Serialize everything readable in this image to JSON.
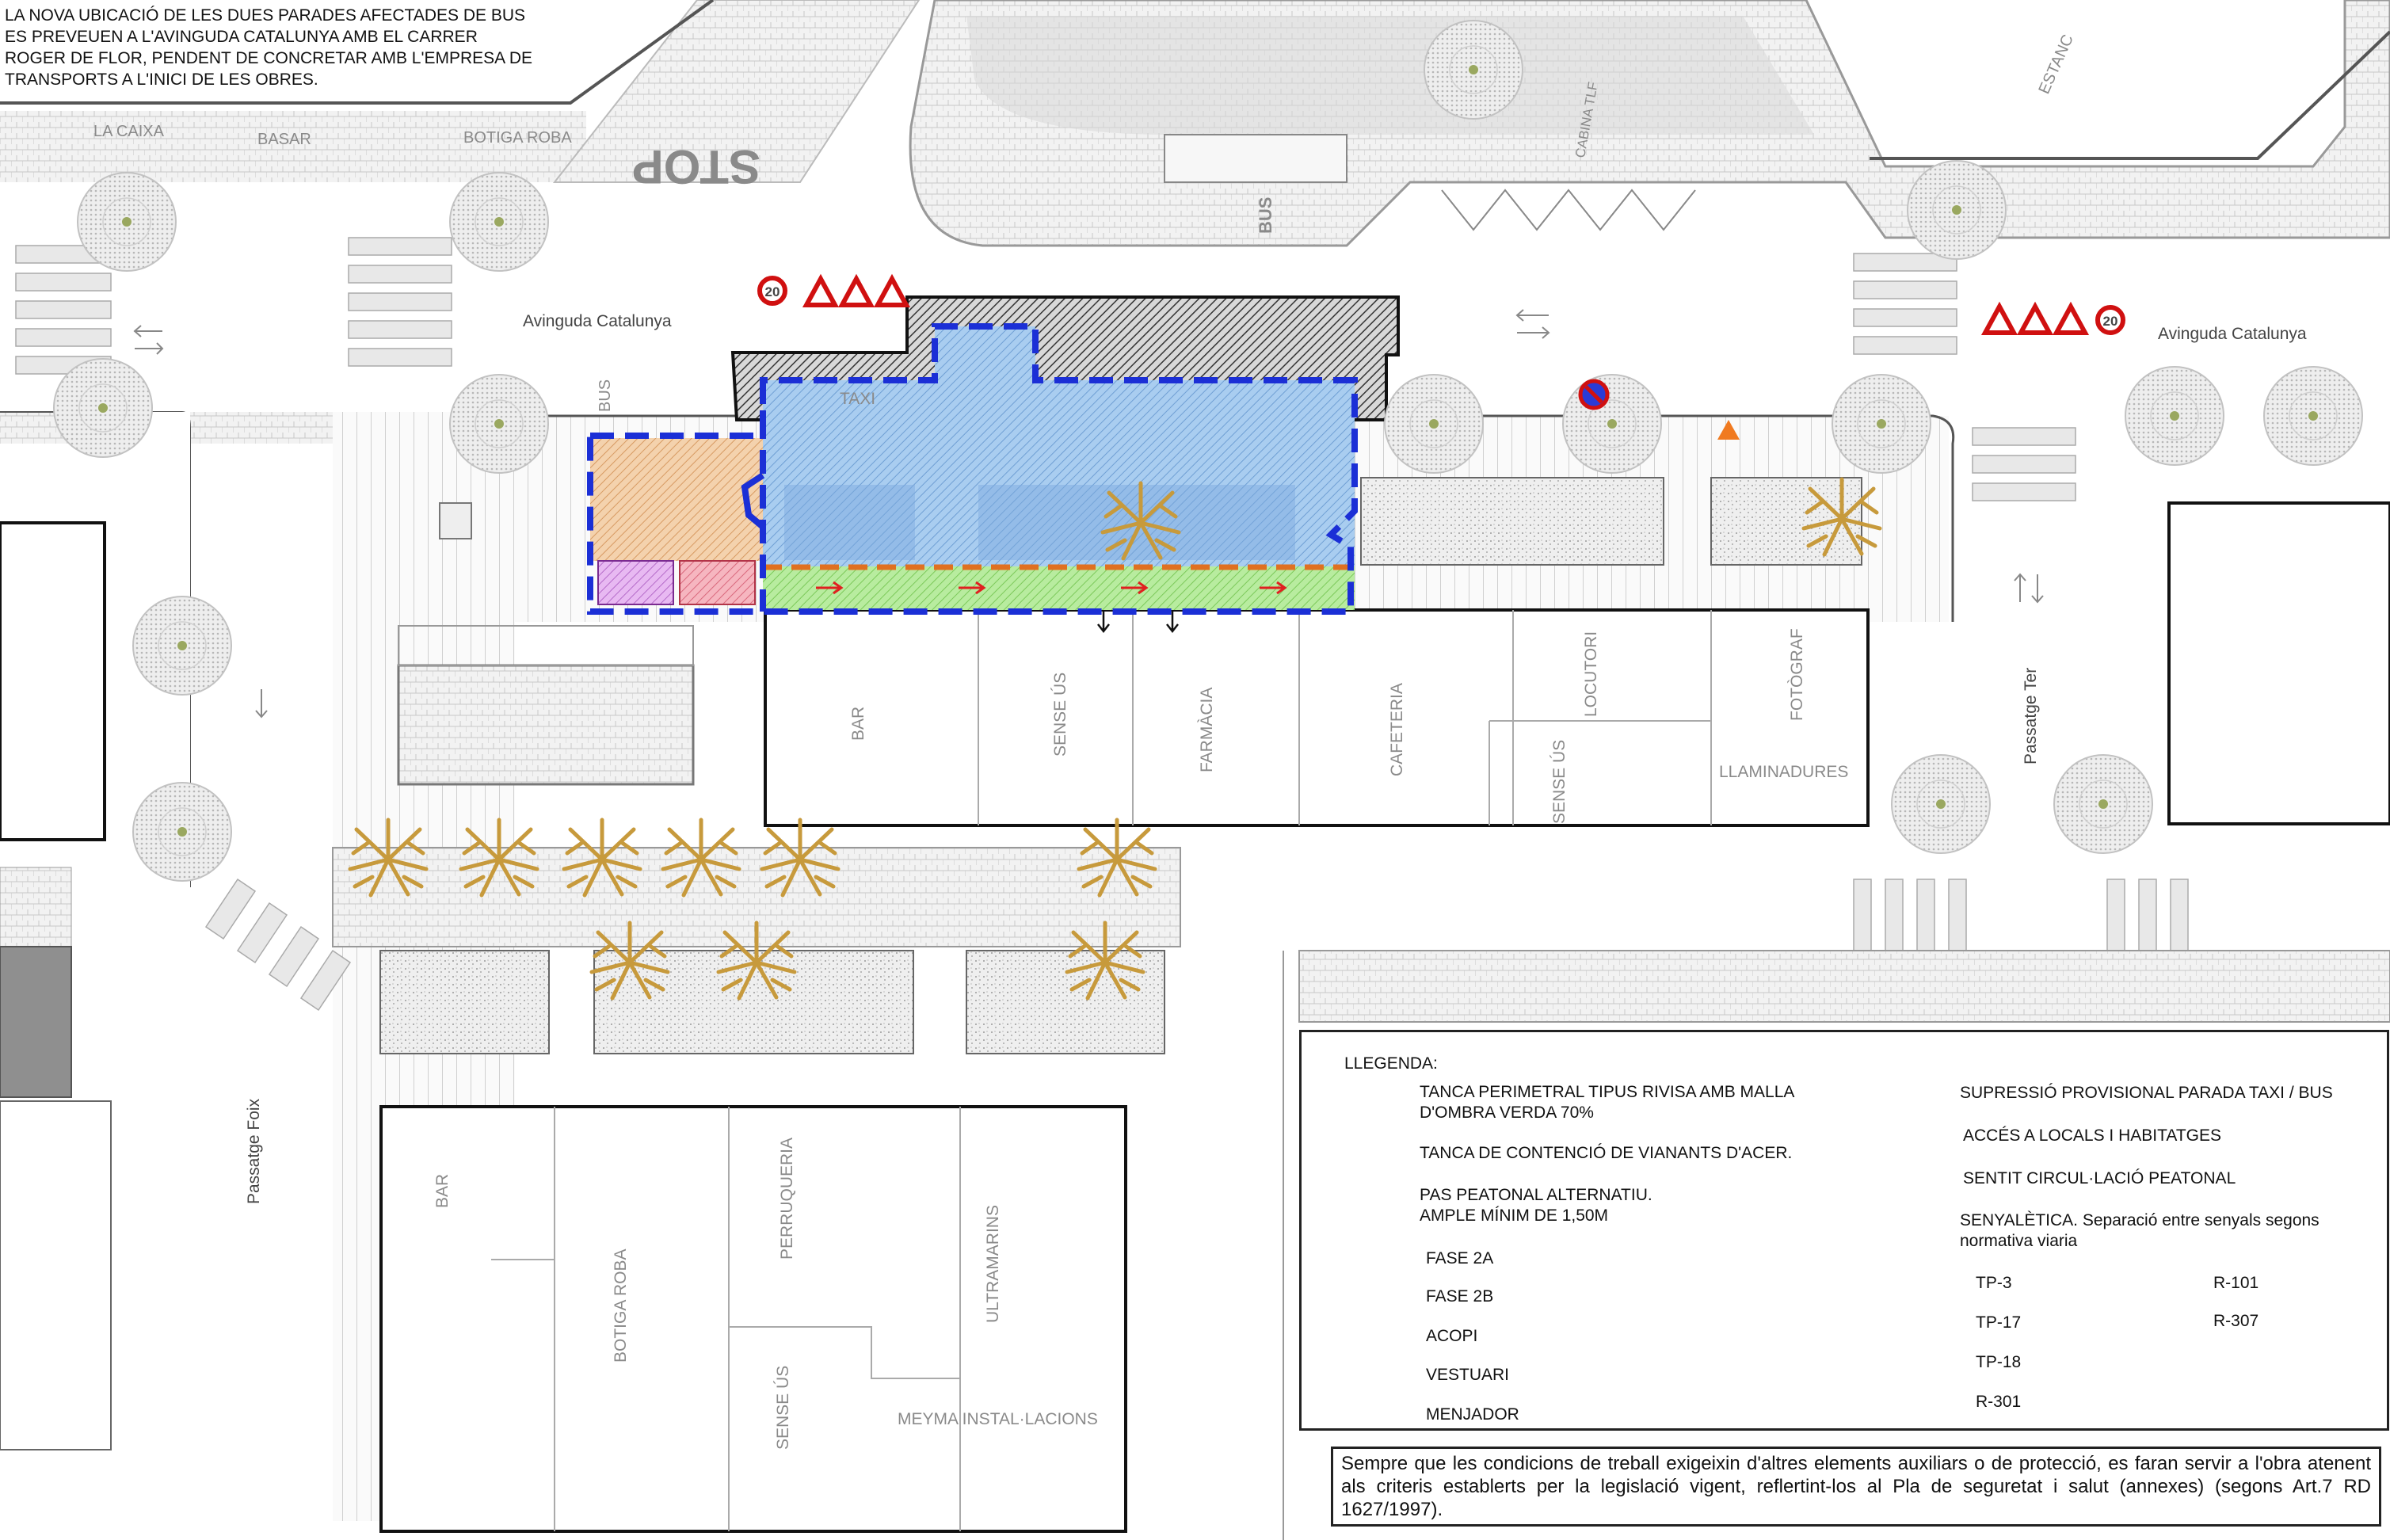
{
  "note_top": [
    "LA NOVA UBICACIÓ DE LES DUES PARADES AFECTADES DE BUS",
    "ES PREVEUEN A L'AVINGUDA CATALUNYA AMB EL CARRER",
    "ROGER DE FLOR, PENDENT DE CONCRETAR AMB L'EMPRESA DE",
    "TRANSPORTS A L'INICI DE LES OBRES."
  ],
  "streets": {
    "av_left": "Avinguda  Catalunya",
    "av_right": "Avinguda  Catalunya",
    "passatge_ter": "Passatge  Ter",
    "passatge_foix": "Passatge Foix"
  },
  "shops_top": [
    "LA CAIXA",
    "BASAR",
    "BOTIGA ROBA",
    "ESTANC",
    "CABINA TLF"
  ],
  "shops_block": [
    "BAR",
    "SENSE ÚS",
    "FARMÀCIA",
    "CAFETERIA",
    "LOCUTORI",
    "FOTÒGRAF",
    "SENSE ÚS",
    "LLAMINADURES"
  ],
  "shops_bottom": [
    "BAR",
    "BOTIGA ROBA",
    "PERRUQUERIA",
    "ULTRAMARINS",
    "SENSE ÚS",
    "MEYMA INSTAL·LACIONS"
  ],
  "road_marks": {
    "bus": "BUS",
    "bus_small": "BUS",
    "taxi": "TAXI",
    "stop": "STOP"
  },
  "legend": {
    "title": "LLEGENDA:",
    "items_left": [
      {
        "key": "tanca_perimetral",
        "lines": [
          "TANCA PERIMETRAL TIPUS RIVISA AMB MALLA",
          "D'OMBRA VERDA 70%"
        ]
      },
      {
        "key": "tanca_contencio",
        "lines": [
          "TANCA DE CONTENCIÓ DE VIANANTS D'ACER."
        ]
      },
      {
        "key": "pas_peatonal",
        "lines": [
          "PAS PEATONAL ALTERNATIU.",
          "AMPLE MÍNIM DE 1,50M"
        ]
      },
      {
        "key": "fase2a",
        "lines": [
          "FASE 2A"
        ]
      },
      {
        "key": "fase2b",
        "lines": [
          "FASE 2B"
        ]
      },
      {
        "key": "acopi",
        "lines": [
          "ACOPI"
        ]
      },
      {
        "key": "vestuari",
        "lines": [
          "VESTUARI"
        ]
      },
      {
        "key": "menjador",
        "lines": [
          "MENJADOR"
        ]
      }
    ],
    "items_right": [
      {
        "key": "supressio",
        "lines": [
          "SUPRESSIÓ PROVISIONAL PARADA TAXI / BUS"
        ]
      },
      {
        "key": "acces",
        "lines": [
          "ACCÉS A LOCALS I HABITATGES"
        ]
      },
      {
        "key": "sentit",
        "lines": [
          "SENTIT CIRCUL·LACIÓ PEATONAL"
        ]
      },
      {
        "key": "senyaletica",
        "lines": [
          "SENYALÈTICA. Separació entre senyals segons",
          "normativa viaria"
        ]
      }
    ],
    "signs": [
      {
        "code": "TP-3"
      },
      {
        "code": "TP-17"
      },
      {
        "code": "TP-18"
      },
      {
        "code": "R-301"
      },
      {
        "code": "R-101"
      },
      {
        "code": "R-307"
      }
    ],
    "speed_limit": "20"
  },
  "note_bottom": "Sempre que les condicions de treball exigeixin d'altres elements auxiliars o de protecció, es faran servir a l'obra atenent als criteris establerts per la legislació vigent, reflertint-los al Pla de seguretat i salut (annexes) (segons Art.7 RD 1627/1997).",
  "colors": {
    "fase2a": "#9ec3ea",
    "fase2b": "#a9e58f",
    "acopi": "#f2c9a0",
    "vestuari": "#e0a8ec",
    "menjador": "#f2a3b0",
    "perimetral": "#1b2fd6",
    "contencio": "#e07020",
    "arrow_red": "#e02020"
  }
}
